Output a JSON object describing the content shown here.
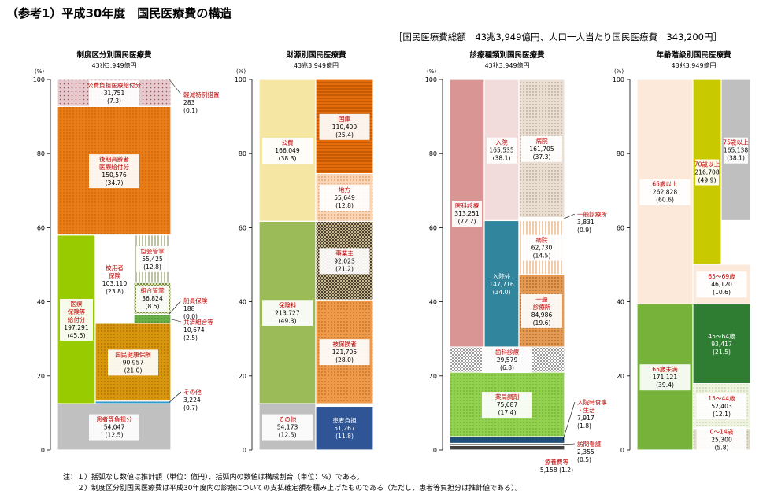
{
  "page": {
    "title": "（参考1）平成30年度　国民医療費の構造",
    "subtitle": "［国民医療費総額　43兆3,949億円、人口一人当たり国民医療費　343,200円］",
    "notes": [
      "注：１）括弧なし数値は推計額（単位：億円）、括弧内の数値は構成割合（単位：%）である。",
      "　　２）制度区分別国民医療費は平成30年度内の診療についての支払確定額を積み上げたものである（ただし、患者等負担分は推計値である）。"
    ]
  },
  "colors": {
    "kogai": "#e6c9cc",
    "kouki": "#e97c17",
    "iryohoken": "#99cc00",
    "hiyosha": "#ffffff",
    "kyokai": "#e6e6cc",
    "kumiai": "#7a8a4a",
    "senin": "#ddeecc",
    "kyosai": "#6ab04a",
    "kokuho": "#d8960c",
    "sonota_seido": "#3399cc",
    "kanja": "#c0c0c0",
    "kuni": "#e46c0a",
    "chiho": "#fbd5b5",
    "kohi": "#f5e6a4",
    "jigyonushi": "#b3a27c",
    "hihokensha": "#ef9a4a",
    "hokenryo": "#9bbb59",
    "sonota_zaigen": "#bfbfbf",
    "kanja_futan": "#2f5597",
    "ika": "#d99594",
    "nyuin": "#f2dcdb",
    "nyuin_byoin": "#e8d8c8",
    "ippan": "#ffffff",
    "nyuingai": "#31859c",
    "gairai_byoin": "#fde9d9",
    "gairai_shinryo": "#e49a53",
    "shika": "#d9d9d9",
    "yakkyoku": "#92d050",
    "shokuji": "#1f4e79",
    "homon": "#7f7f7f",
    "ryoyo": "#404040",
    "age65over": "#fde9d9",
    "age75": "#bfbfbf",
    "age70": "#c9c900",
    "age65_69": "#fde9d9",
    "age65under": "#77b23b",
    "age45_64": "#2e7d32",
    "age15_44": "#e8f0d8",
    "age0_14": "#ddd9c3"
  },
  "chart_data": [
    {
      "type": "bar",
      "title": "制度区分別国民医療費",
      "total": "43兆3,949億円",
      "ylabel": "(%)",
      "ylim": [
        0,
        100
      ],
      "yticks": [
        "0",
        "20",
        "40",
        "60",
        "80",
        "100"
      ],
      "segments": [
        {
          "label": "公費負担医療給付分",
          "value": "31,751",
          "pct": "(7.3)",
          "from": 92.7,
          "to": 100,
          "col": "full",
          "color": "kogai"
        },
        {
          "label": "後期高齢者\n医療給付分",
          "value": "150,576",
          "pct": "(34.7)",
          "from": 58.0,
          "to": 92.7,
          "col": "full",
          "color": "kouki"
        },
        {
          "label": "医療\n保険等\n給付分",
          "value": "197,291",
          "pct": "(45.5)",
          "from": 12.5,
          "to": 58.0,
          "col": "left",
          "color": "iryohoken"
        },
        {
          "label": "被用者\n保険",
          "value": "103,110",
          "pct": "(23.8)",
          "from": 34.2,
          "to": 58.0,
          "col": "mid",
          "color": "hiyosha"
        },
        {
          "label": "協会管掌",
          "value": "55,425",
          "pct": "(12.8)",
          "from": 45.2,
          "to": 58.0,
          "col": "right",
          "color": "kyokai"
        },
        {
          "label": "組合管掌",
          "value": "36,824",
          "pct": "(8.5)",
          "from": 36.7,
          "to": 45.2,
          "col": "right",
          "color": "kumiai"
        },
        {
          "label": "船員保険",
          "value": "188",
          "pct": "(0.0)",
          "from": 36.6,
          "to": 36.7,
          "col": "right",
          "color": "senin"
        },
        {
          "label": "共済組合等",
          "value": "10,674",
          "pct": "(2.5)",
          "from": 34.2,
          "to": 36.6,
          "col": "right",
          "color": "kyosai"
        },
        {
          "label": "国民健康保険",
          "value": "90,957",
          "pct": "(21.0)",
          "from": 13.2,
          "to": 34.2,
          "col": "midright",
          "color": "kokuho"
        },
        {
          "label": "その他",
          "value": "3,224",
          "pct": "(0.7)",
          "from": 12.5,
          "to": 13.2,
          "col": "midright",
          "color": "sonota_seido"
        },
        {
          "label": "患者等負担分",
          "value": "54,047",
          "pct": "(12.5)",
          "from": 0,
          "to": 12.5,
          "col": "full",
          "color": "kanja"
        }
      ],
      "callouts": [
        {
          "label": "軽減特例措置",
          "value": "283",
          "pct": "(0.1)"
        },
        {
          "label": "船員保険",
          "value": "188",
          "pct": "(0.0)"
        },
        {
          "label": "共済組合等",
          "value": "10,674",
          "pct": "(2.5)"
        },
        {
          "label": "その他",
          "value": "3,224",
          "pct": "(0.7)"
        }
      ]
    },
    {
      "type": "bar",
      "title": "財源別国民医療費",
      "total": "43兆3,949億円",
      "ylabel": "(%)",
      "ylim": [
        0,
        100
      ],
      "yticks": [
        "0",
        "20",
        "40",
        "60",
        "80",
        "100"
      ],
      "segments": [
        {
          "label": "公費",
          "value": "166,049",
          "pct": "(38.3)",
          "from": 61.7,
          "to": 100,
          "col": "left",
          "color": "kohi"
        },
        {
          "label": "国庫",
          "value": "110,400",
          "pct": "(25.4)",
          "from": 74.6,
          "to": 100,
          "col": "right",
          "color": "kuni"
        },
        {
          "label": "地方",
          "value": "55,649",
          "pct": "(12.8)",
          "from": 61.7,
          "to": 74.6,
          "col": "right",
          "color": "chiho"
        },
        {
          "label": "保険料",
          "value": "213,727",
          "pct": "(49.3)",
          "from": 12.5,
          "to": 61.7,
          "col": "left",
          "color": "hokenryo"
        },
        {
          "label": "事業主",
          "value": "92,023",
          "pct": "(21.2)",
          "from": 40.5,
          "to": 61.7,
          "col": "right",
          "color": "jigyonushi"
        },
        {
          "label": "被保険者",
          "value": "121,705",
          "pct": "(28.0)",
          "from": 12.5,
          "to": 40.5,
          "col": "right",
          "color": "hihokensha"
        },
        {
          "label": "その他",
          "value": "54,173",
          "pct": "(12.5)",
          "from": 0,
          "to": 12.5,
          "col": "left",
          "color": "sonota_zaigen"
        },
        {
          "label": "患者負担",
          "value": "51,267",
          "pct": "(11.8)",
          "from": 0,
          "to": 11.8,
          "col": "right",
          "color": "kanja_futan"
        }
      ],
      "callouts": []
    },
    {
      "type": "bar",
      "title": "診療種類別国民医療費",
      "total": "43兆3,949億円",
      "ylabel": "(%)",
      "ylim": [
        0,
        100
      ],
      "yticks": [
        "0",
        "20",
        "40",
        "60",
        "80",
        "100"
      ],
      "segments": [
        {
          "label": "医科診療",
          "value": "313,251",
          "pct": "(72.2)",
          "from": 27.8,
          "to": 100,
          "col": "left",
          "color": "ika"
        },
        {
          "label": "入院",
          "value": "165,535",
          "pct": "(38.1)",
          "from": 61.9,
          "to": 100,
          "col": "mid",
          "color": "nyuin"
        },
        {
          "label": "病院",
          "value": "161,705",
          "pct": "(37.3)",
          "from": 62.7,
          "to": 100,
          "col": "right",
          "color": "nyuin_byoin"
        },
        {
          "label": "一般診療所",
          "value": "3,831",
          "pct": "(0.9)",
          "from": 61.9,
          "to": 62.7,
          "col": "right",
          "color": "ippan"
        },
        {
          "label": "入院外",
          "value": "147,716",
          "pct": "(34.0)",
          "from": 27.8,
          "to": 61.9,
          "col": "mid",
          "color": "nyuingai"
        },
        {
          "label": "病院",
          "value": "62,730",
          "pct": "(14.5)",
          "from": 47.4,
          "to": 61.9,
          "col": "right",
          "color": "gairai_byoin"
        },
        {
          "label": "一般\n診療所",
          "value": "84,986",
          "pct": "(19.6)",
          "from": 27.8,
          "to": 47.4,
          "col": "right",
          "color": "gairai_shinryo"
        },
        {
          "label": "歯科診療",
          "value": "29,579",
          "pct": "(6.8)",
          "from": 21.0,
          "to": 27.8,
          "col": "full",
          "color": "shika"
        },
        {
          "label": "薬局調剤",
          "value": "75,687",
          "pct": "(17.4)",
          "from": 3.6,
          "to": 21.0,
          "col": "full",
          "color": "yakkyoku"
        },
        {
          "label": "入院時食事\n・生活",
          "value": "7,917",
          "pct": "(1.8)",
          "from": 1.8,
          "to": 3.6,
          "col": "full",
          "color": "shokuji"
        },
        {
          "label": "訪問看護",
          "value": "2,355",
          "pct": "(0.5)",
          "from": 1.2,
          "to": 1.8,
          "col": "full",
          "color": "homon"
        },
        {
          "label": "療養費等",
          "value": "5,158",
          "pct": "(1.2)",
          "from": 0,
          "to": 1.2,
          "col": "full",
          "color": "ryoyo"
        }
      ],
      "callouts": [
        {
          "label": "一般診療所",
          "value": "3,831",
          "pct": "(0.9)"
        },
        {
          "label": "入院時食事\n・生活",
          "value": "7,917",
          "pct": "(1.8)"
        },
        {
          "label": "訪問看護",
          "value": "2,355",
          "pct": "(0.5)"
        },
        {
          "label": "療養費等",
          "value": "5,158 (1.2)",
          "pct": ""
        }
      ]
    },
    {
      "type": "bar",
      "title": "年齢階級別国民医療費",
      "total": "43兆3,949億円",
      "ylabel": "(%)",
      "ylim": [
        0,
        100
      ],
      "yticks": [
        "0",
        "20",
        "40",
        "60",
        "80",
        "100"
      ],
      "segments": [
        {
          "label": "65歳以上",
          "value": "262,828",
          "pct": "(60.6)",
          "from": 39.4,
          "to": 100,
          "col": "left",
          "color": "age65over"
        },
        {
          "label": "75歳以上",
          "value": "165,138",
          "pct": "(38.1)",
          "from": 61.9,
          "to": 100,
          "col": "right",
          "color": "age75"
        },
        {
          "label": "70歳以上",
          "value": "216,708",
          "pct": "(49.9)",
          "from": 50.1,
          "to": 100,
          "col": "mid",
          "color": "age70"
        },
        {
          "label": "65～69歳",
          "value": "46,120",
          "pct": "(10.6)",
          "from": 39.4,
          "to": 50.1,
          "col": "midright",
          "color": "age65_69"
        },
        {
          "label": "65歳未満",
          "value": "171,121",
          "pct": "(39.4)",
          "from": 0,
          "to": 39.4,
          "col": "left",
          "color": "age65under"
        },
        {
          "label": "45～64歳",
          "value": "93,417",
          "pct": "(21.5)",
          "from": 17.9,
          "to": 39.4,
          "col": "midright",
          "color": "age45_64"
        },
        {
          "label": "15～44歳",
          "value": "52,403",
          "pct": "(12.1)",
          "from": 5.8,
          "to": 17.9,
          "col": "midright",
          "color": "age15_44"
        },
        {
          "label": "0～14歳",
          "value": "25,300",
          "pct": "(5.8)",
          "from": 0,
          "to": 5.8,
          "col": "midright",
          "color": "age0_14"
        }
      ],
      "callouts": []
    }
  ]
}
